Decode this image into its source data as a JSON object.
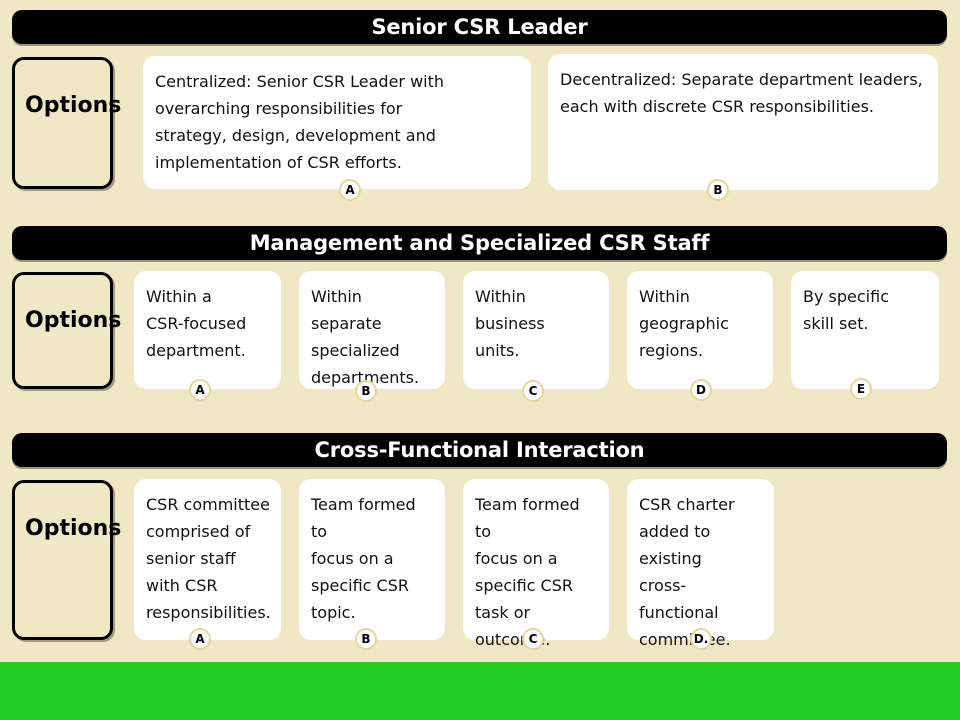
{
  "sections": [
    {
      "title": "Senior CSR Leader",
      "options_label": "Options",
      "boxes": [
        {
          "text": "Centralized: Senior CSR Leader with\noverarching responsibilities for\nstrategy, design, development and\nimplementation of CSR efforts.",
          "letter": "A"
        },
        {
          "text": "Decentralized: Separate department leaders,\neach with discrete CSR responsibilities.",
          "letter": "B"
        }
      ]
    },
    {
      "title": "Management and Specialized CSR Staff",
      "options_label": "Options",
      "boxes": [
        {
          "text": "Within a\nCSR-focused\ndepartment.",
          "letter": "A"
        },
        {
          "text": "Within separate\nspecialized\ndepartments.",
          "letter": "B"
        },
        {
          "text": "Within\nbusiness\nunits.",
          "letter": "C"
        },
        {
          "text": "Within\ngeographic\nregions.",
          "letter": "D"
        },
        {
          "text": "By specific\nskill set.",
          "letter": "E"
        }
      ]
    },
    {
      "title": "Cross-Functional Interaction",
      "options_label": "Options",
      "boxes": [
        {
          "text": "CSR committee\ncomprised of\nsenior staff\nwith CSR\nresponsibilities.",
          "letter": "A"
        },
        {
          "text": "Team formed to\nfocus on a\nspecific CSR\ntopic.",
          "letter": "B"
        },
        {
          "text": "Team formed to\nfocus on a\nspecific CSR\ntask or\noutcome.",
          "letter": "C"
        },
        {
          "text": "CSR charter\nadded to\nexisting\ncross-functional\ncommittee.",
          "letter": "D."
        }
      ]
    }
  ]
}
